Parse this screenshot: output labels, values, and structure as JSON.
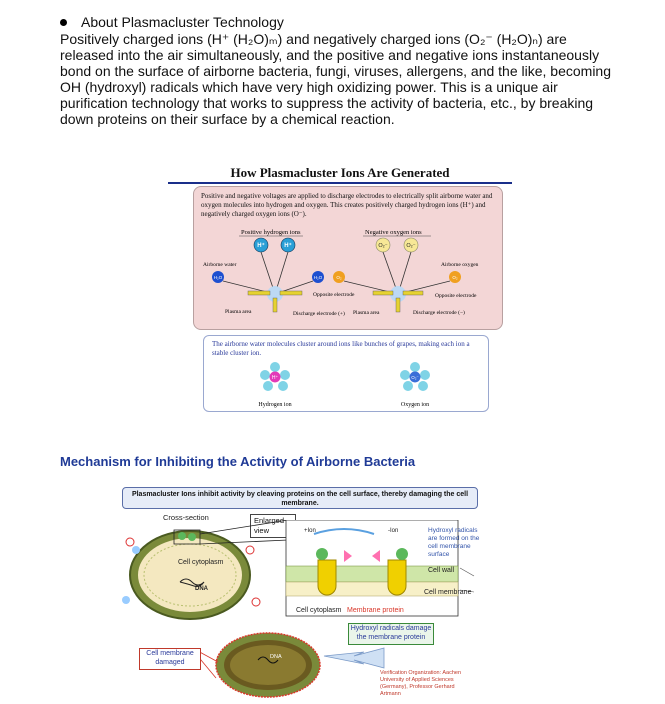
{
  "doc": {
    "heading": "About Plasmacluster Technology",
    "paragraph": "Positively charged ions (H⁺ (H₂O)ₘ) and negatively charged ions (O₂⁻ (H₂O)ₙ) are released into the air simultaneously, and the positive and negative ions instantaneously bond on the surface of airborne bacteria, fungi, viruses, allergens, and the like, becoming OH (hydroxyl) radicals which have very high oxidizing power. This is a unique air purification technology that works to suppress the activity of bacteria, etc., by breaking down proteins on their surface by a chemical reaction."
  },
  "figure1": {
    "title": "How Plasmacluster Ions Are Generated",
    "top_text": "Positive and negative voltages are applied to discharge electrodes to electrically split airborne water and oxygen molecules into hydrogen and oxygen. This creates positively charged hydrogen ions (H⁺) and negatively charged oxygen ions (O⁻).",
    "pos_label": "Positive hydrogen ions",
    "neg_label": "Negative oxygen ions",
    "h_plus": "H⁺",
    "o2_minus": "O₂⁻",
    "h2o": "H₂O",
    "o2": "O₂",
    "airborne_water": "Airborne water",
    "airborne_oxygen": "Airborne oxygen",
    "opposite_electrode_left": "Opposite electrode",
    "opposite_electrode_right": "Opposite electrode",
    "plasma_area_left": "Plasma area",
    "plasma_area_right": "Plasma area",
    "discharge_pos": "Discharge electrode (+)",
    "discharge_neg": "Discharge electrode (−)",
    "cluster_text": "The airborne water molecules cluster around ions like bunches of grapes, making each ion a stable cluster ion.",
    "hydrogen_ion": "Hydrogen ion",
    "oxygen_ion": "Oxygen ion",
    "h_center": "H⁺",
    "o_center": "O₂⁻"
  },
  "figure2": {
    "title": "Mechanism for Inhibiting the Activity of Airborne Bacteria",
    "banner": "Plasmacluster Ions inhibit activity by cleaving proteins on the cell surface, thereby damaging the cell membrane.",
    "cross_section": "Cross-section",
    "enlarged_view": "Enlarged view",
    "cell_cytoplasm": "Cell cytoplasm",
    "dna": "DNA",
    "plus_ion": "+Ion",
    "minus_ion": "-Ion",
    "hydroxyl_note": "Hydroxyl radicals are formed on the cell membrane surface",
    "cell_wall": "Cell wall",
    "cell_membrane": "Cell membrane",
    "bottom_caption_prefix": "Cell cytoplasm ",
    "bottom_caption_suffix": "Membrane protein",
    "damage_box": "Hydroxyl radicals damage the membrane protein",
    "membrane_damaged": "Cell membrane damaged",
    "dna2": "DNA",
    "verification": "Verification Organization: Aachen University of Applied Sciences (Germany), Professor Gerhard Artmann",
    "colors": {
      "accent": "#1f3a96",
      "green": "#5cb85c",
      "yellow": "#f0d000",
      "red": "#d9372a"
    }
  }
}
